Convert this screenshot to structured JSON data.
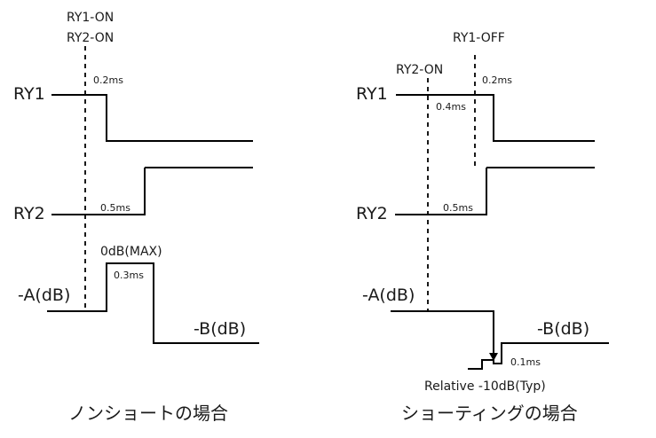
{
  "left": {
    "events": [
      "RY1-ON",
      "RY2-ON"
    ],
    "ry1_label": "RY1",
    "ry2_label": "RY2",
    "ry1_delay": "0.2ms",
    "ry2_delay": "0.5ms",
    "max_label": "0dB(MAX)",
    "max_duration": "0.3ms",
    "a_label": "-A(dB)",
    "b_label": "-B(dB)",
    "caption": "ノンショートの場合"
  },
  "right": {
    "ry1_off": "RY1-OFF",
    "ry2_on": "RY2-ON",
    "ry1_label": "RY1",
    "ry2_label": "RY2",
    "ry1_delay": "0.2ms",
    "overlap": "0.4ms",
    "ry2_delay": "0.5ms",
    "a_label": "-A(dB)",
    "b_label": "-B(dB)",
    "dip_duration": "0.1ms",
    "dip_label": "Relative -10dB(Typ)",
    "caption": "ショーティングの場合"
  }
}
